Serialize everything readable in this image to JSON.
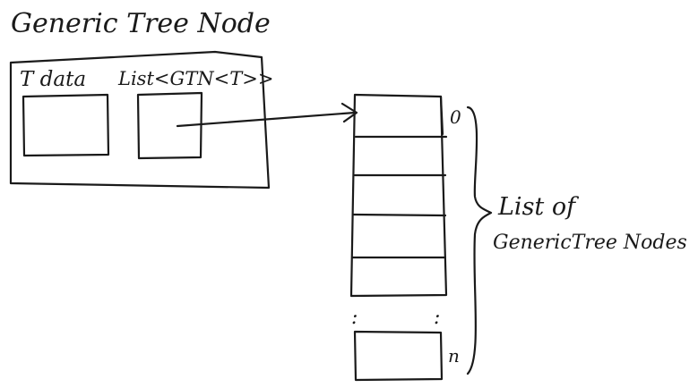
{
  "title": "Generic Tree Node",
  "node": {
    "field_data": "T data",
    "field_children": "List<GTN<T>>"
  },
  "list": {
    "index_start": "0",
    "index_end": "n",
    "ellipsis": ":",
    "label_line1": "List of",
    "label_line2": "GenericTree Nodes"
  }
}
